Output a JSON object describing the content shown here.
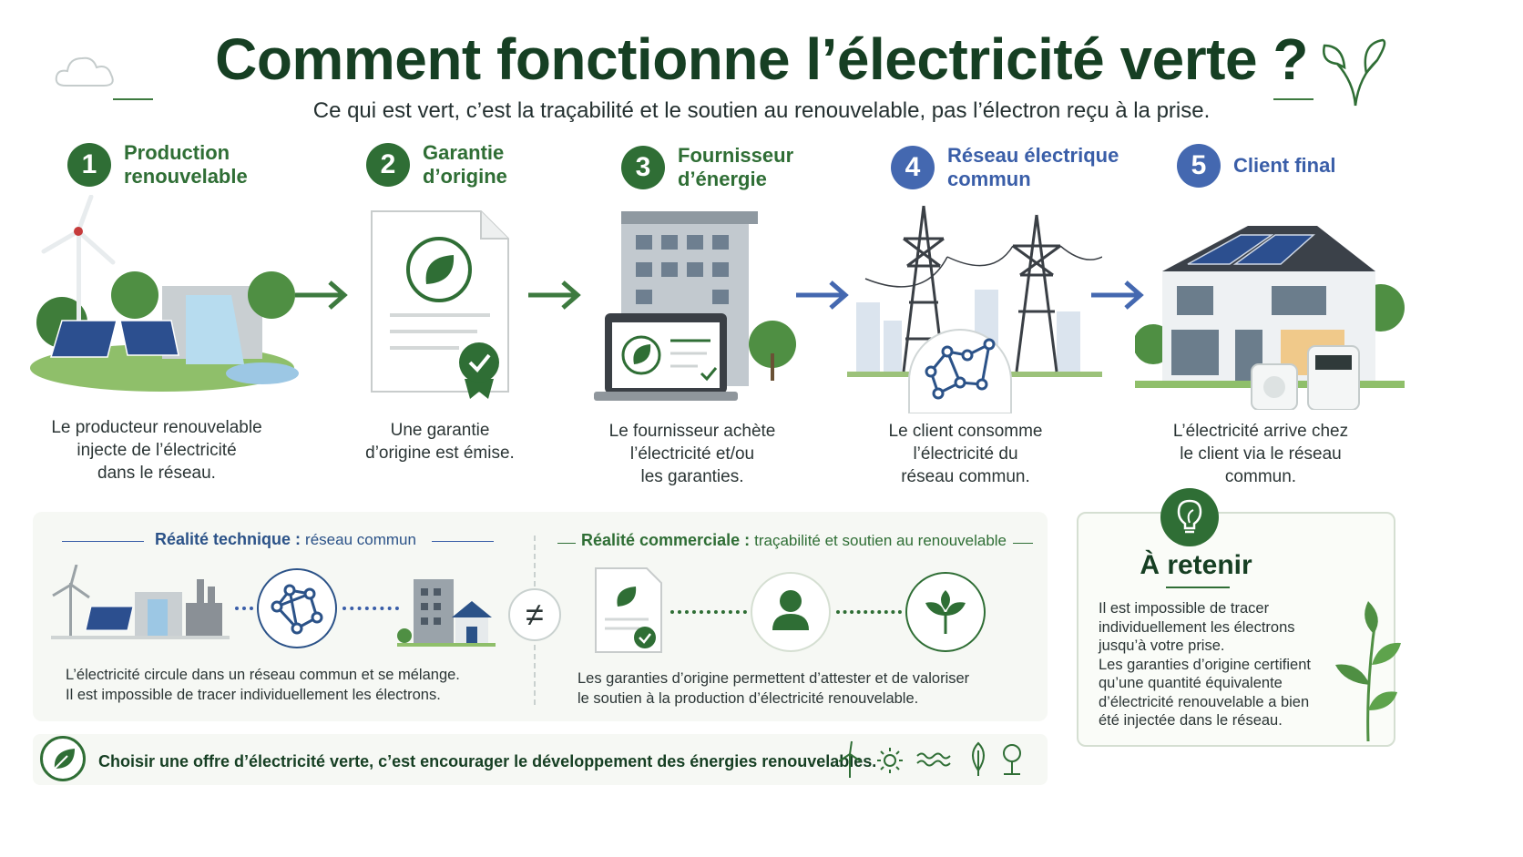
{
  "header": {
    "title": "Comment fonctionne l’électricité verte ?",
    "subtitle": "Ce qui est vert, c’est la traçabilité et le soutien au renouvelable, pas l’électron reçu à la prise."
  },
  "colors": {
    "dark_green": "#163f23",
    "green": "#2f6e35",
    "blue": "#4468b0",
    "panel": "#f6f8f4"
  },
  "steps": [
    {
      "number": "1",
      "title": "Production\nrenouvelable",
      "description": "Le producteur renouvelable\ninjecte de l’électricité\ndans le réseau.",
      "icon": "renewable-production-icon"
    },
    {
      "number": "2",
      "title": "Garantie\nd’origine",
      "description": "Une garantie\nd’origine est émise.",
      "icon": "certificate-icon"
    },
    {
      "number": "3",
      "title": "Fournisseur\nd’énergie",
      "description": "Le fournisseur achète\nl’électricité et/ou\nles garanties.",
      "icon": "supplier-building-icon"
    },
    {
      "number": "4",
      "title": "Réseau électrique\ncommun",
      "description": "Le client consomme\nl’électricité du\nréseau commun.",
      "icon": "power-grid-icon"
    },
    {
      "number": "5",
      "title": "Client final",
      "description": "L’électricité arrive chez\nle client via le réseau\ncommun.",
      "icon": "house-icon"
    }
  ],
  "technical": {
    "label_bold": "Réalité technique :",
    "label_light": "réseau commun",
    "text": "L’électricité circule dans un réseau commun et se mélange.\nIl est impossible de tracer individuellement les électrons."
  },
  "not_equal": "≠",
  "commercial": {
    "label_bold": "Réalité commerciale :",
    "label_light": "traçabilité et soutien au renouvelable",
    "text": "Les garanties d’origine permettent d’attester et de valoriser\nle soutien à la production d’électricité renouvelable."
  },
  "retain": {
    "title": "À retenir",
    "text": "Il est impossible de tracer\nindividuellement les électrons\njusqu’à votre prise.\nLes garanties d’origine certifient\nqu’une quantité équivalente\nd’électricité renouvelable a bien\nété injectée dans le réseau."
  },
  "footer": {
    "text": "Choisir une offre d’électricité verte, c’est encourager le développement des énergies renouvelables.",
    "icons": [
      "wind-turbine-icon",
      "sun-icon",
      "water-icon",
      "leaf-icon",
      "tree-icon"
    ]
  }
}
